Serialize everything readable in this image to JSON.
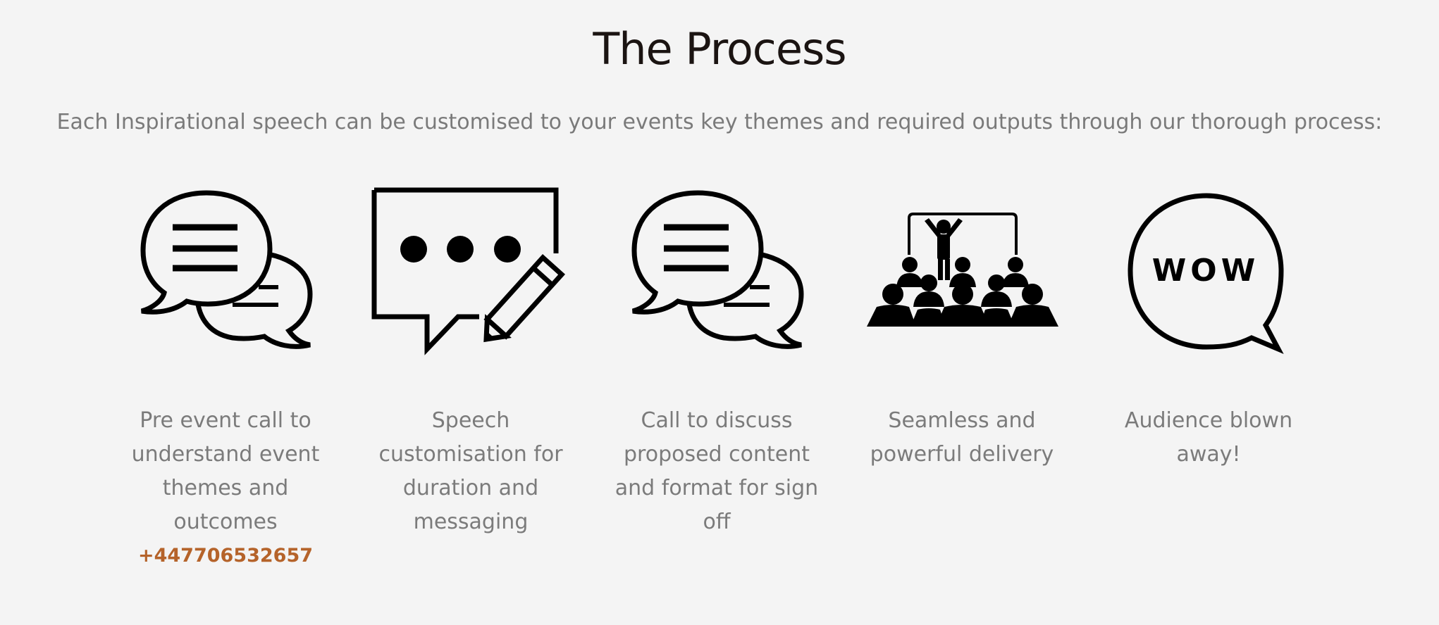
{
  "section": {
    "title": "The Process",
    "intro": "Each Inspirational speech can be customised to your events key themes and required outputs through our thorough process:"
  },
  "steps": [
    {
      "icon": "speech-bubbles-icon",
      "label": "Pre event call to understand event themes and outcomes"
    },
    {
      "icon": "chat-edit-icon",
      "label": "Speech customisation for duration and messaging"
    },
    {
      "icon": "speech-bubbles-icon",
      "label": "Call to discuss proposed content and format for sign off"
    },
    {
      "icon": "audience-presenter-icon",
      "label": "Seamless and powerful delivery"
    },
    {
      "icon": "wow-bubble-icon",
      "label": "Audience blown away!"
    }
  ],
  "contact": {
    "phone": "+447706532657"
  },
  "colors": {
    "background": "#f4f4f4",
    "title": "#1b1412",
    "body_text": "#7b7b7b",
    "phone_link": "#b5632a",
    "icon": "#000000"
  }
}
